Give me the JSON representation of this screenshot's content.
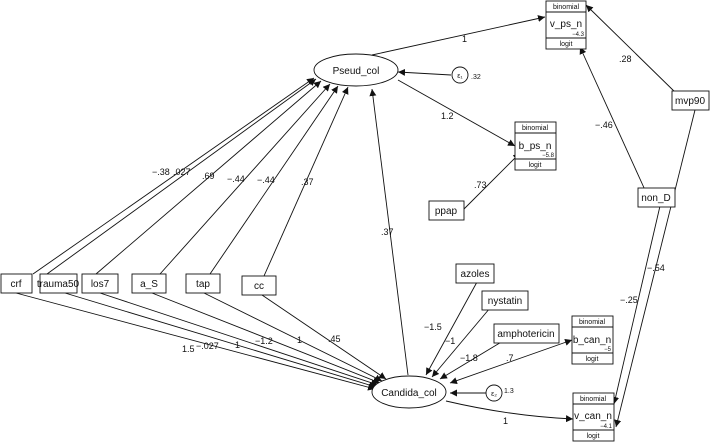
{
  "latent": {
    "pseud": {
      "label": "Pseud_col",
      "error_label": "ε₁",
      "error_var": ".32"
    },
    "candida": {
      "label": "Candida_col",
      "error_label": "ε₂",
      "error_var": "1.3"
    }
  },
  "observed": {
    "crf": "crf",
    "trauma50": "trauma50",
    "los7": "los7",
    "a_s": "a_S",
    "tap": "tap",
    "cc": "cc",
    "ppap": "ppap",
    "azoles": "azoles",
    "nystatin": "nystatin",
    "amphotericin": "amphotericin",
    "non_d": "non_D",
    "mvp90": "mvp90"
  },
  "glm": {
    "v_ps_n": {
      "family": "binomial",
      "name": "v_ps_n",
      "intercept": "−4.3",
      "link": "logit"
    },
    "b_ps_n": {
      "family": "binomial",
      "name": "b_ps_n",
      "intercept": "−5.8",
      "link": "logit"
    },
    "b_can_n": {
      "family": "binomial",
      "name": "b_can_n",
      "intercept": "−5",
      "link": "logit"
    },
    "v_can_n": {
      "family": "binomial",
      "name": "v_can_n",
      "intercept": "−4.1",
      "link": "logit"
    }
  },
  "coefficients": {
    "pseud_v": "1",
    "pseud_b": "1.2",
    "ppap_b": ".73",
    "mvp90_v": ".28",
    "nond_v": "−.46",
    "mvp90_vcan": "−.54",
    "nond_vcan": "−.25",
    "crf_pseud": "−.38",
    "trauma_pseud": ".027",
    "los7_pseud": ".69",
    "as_pseud": "−.44",
    "tap_pseud": "−.44",
    "cc_pseud": ".37",
    "candida_pseud": ".37",
    "crf_candida": "1.5",
    "trauma_candida": "−.027",
    "los7_candida": "1",
    "as_candida": "−1.2",
    "tap_candida": "1",
    "cc_candida": ".45",
    "azoles_candida": "−1.5",
    "nystatin_candida": "−1",
    "amphotericin_candida": "−1.8",
    "candida_b": ".7",
    "candida_v": "1"
  }
}
